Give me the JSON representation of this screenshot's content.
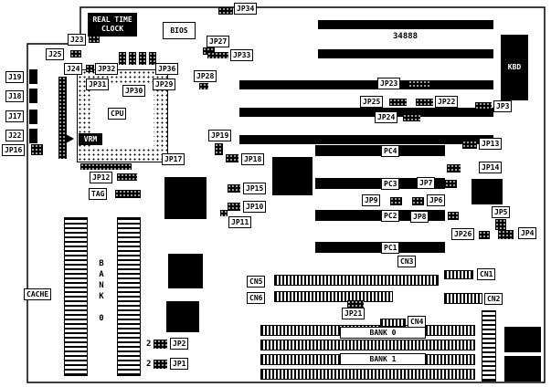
{
  "labels": {
    "jp1": "JP1",
    "jp2": "JP2",
    "jp3": "JP3",
    "jp4": "JP4",
    "jp5": "JP5",
    "jp6": "JP6",
    "jp7": "JP7",
    "jp8": "JP8",
    "jp9": "JP9",
    "jp10": "JP10",
    "jp11": "JP11",
    "jp12": "JP12",
    "jp13": "JP13",
    "jp14": "JP14",
    "jp15": "JP15",
    "jp16": "JP16",
    "jp17": "JP17",
    "jp18": "JP18",
    "jp19": "JP19",
    "jp21": "JP21",
    "jp22": "JP22",
    "jp23": "JP23",
    "jp24": "JP24",
    "jp25": "JP25",
    "jp26": "JP26",
    "jp27": "JP27",
    "jp28": "JP28",
    "jp29": "JP29",
    "jp30": "JP30",
    "jp31": "JP31",
    "jp32": "JP32",
    "jp33": "JP33",
    "jp34": "JP34",
    "jp36": "JP36",
    "j17": "J17",
    "j18": "J18",
    "j19": "J19",
    "j22": "J22",
    "j23": "J23",
    "j24": "J24",
    "j25": "J25",
    "pc1": "PC1",
    "pc2": "PC2",
    "pc3": "PC3",
    "pc4": "PC4",
    "cn1": "CN1",
    "cn2": "CN2",
    "cn3": "CN3",
    "cn4": "CN4",
    "cn5": "CN5",
    "cn6": "CN6",
    "cpu": "CPU",
    "vrm": "VRM",
    "tag": "TAG",
    "bios": "BIOS",
    "kbd": "KBD",
    "cache": "CACHE",
    "rtc_line1": "REAL TIME",
    "rtc_line2": "CLOCK",
    "bank0": "BANK 0",
    "bank1": "BANK 1",
    "bank0_vertical": "BANK 0",
    "part_number": "34888",
    "pin_marker": "2"
  }
}
